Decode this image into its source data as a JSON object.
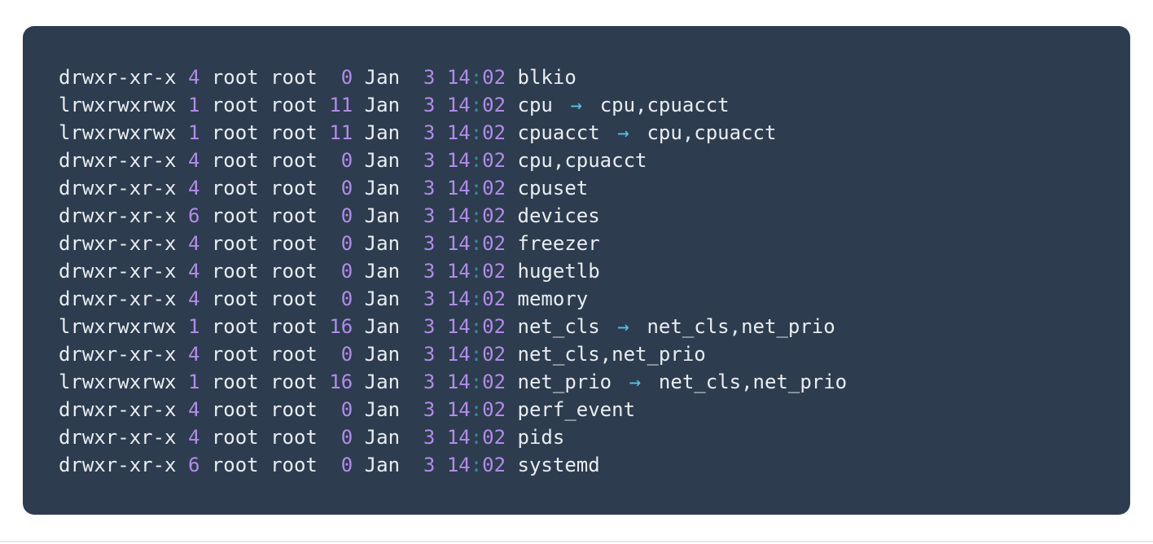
{
  "page": {
    "background": "#ffffff",
    "divider_color": "#e7e9ec"
  },
  "terminal": {
    "background": "#2d3c4e",
    "text_color": "#e9edf2",
    "number_color": "#b18cea",
    "colon_color": "#3a8896",
    "arrow_color": "#5ac0e4",
    "arrow_glyph": "→",
    "rows": [
      {
        "perms": "drwxr-xr-x",
        "links": "4",
        "owner": "root",
        "group": "root",
        "size": "0",
        "month": "Jan",
        "day": "3",
        "time": "14:02",
        "name": "blkio"
      },
      {
        "perms": "lrwxrwxrwx",
        "links": "1",
        "owner": "root",
        "group": "root",
        "size": "11",
        "month": "Jan",
        "day": "3",
        "time": "14:02",
        "name": "cpu",
        "target": "cpu,cpuacct"
      },
      {
        "perms": "lrwxrwxrwx",
        "links": "1",
        "owner": "root",
        "group": "root",
        "size": "11",
        "month": "Jan",
        "day": "3",
        "time": "14:02",
        "name": "cpuacct",
        "target": "cpu,cpuacct"
      },
      {
        "perms": "drwxr-xr-x",
        "links": "4",
        "owner": "root",
        "group": "root",
        "size": "0",
        "month": "Jan",
        "day": "3",
        "time": "14:02",
        "name": "cpu,cpuacct"
      },
      {
        "perms": "drwxr-xr-x",
        "links": "4",
        "owner": "root",
        "group": "root",
        "size": "0",
        "month": "Jan",
        "day": "3",
        "time": "14:02",
        "name": "cpuset"
      },
      {
        "perms": "drwxr-xr-x",
        "links": "6",
        "owner": "root",
        "group": "root",
        "size": "0",
        "month": "Jan",
        "day": "3",
        "time": "14:02",
        "name": "devices"
      },
      {
        "perms": "drwxr-xr-x",
        "links": "4",
        "owner": "root",
        "group": "root",
        "size": "0",
        "month": "Jan",
        "day": "3",
        "time": "14:02",
        "name": "freezer"
      },
      {
        "perms": "drwxr-xr-x",
        "links": "4",
        "owner": "root",
        "group": "root",
        "size": "0",
        "month": "Jan",
        "day": "3",
        "time": "14:02",
        "name": "hugetlb"
      },
      {
        "perms": "drwxr-xr-x",
        "links": "4",
        "owner": "root",
        "group": "root",
        "size": "0",
        "month": "Jan",
        "day": "3",
        "time": "14:02",
        "name": "memory"
      },
      {
        "perms": "lrwxrwxrwx",
        "links": "1",
        "owner": "root",
        "group": "root",
        "size": "16",
        "month": "Jan",
        "day": "3",
        "time": "14:02",
        "name": "net_cls",
        "target": "net_cls,net_prio"
      },
      {
        "perms": "drwxr-xr-x",
        "links": "4",
        "owner": "root",
        "group": "root",
        "size": "0",
        "month": "Jan",
        "day": "3",
        "time": "14:02",
        "name": "net_cls,net_prio"
      },
      {
        "perms": "lrwxrwxrwx",
        "links": "1",
        "owner": "root",
        "group": "root",
        "size": "16",
        "month": "Jan",
        "day": "3",
        "time": "14:02",
        "name": "net_prio",
        "target": "net_cls,net_prio"
      },
      {
        "perms": "drwxr-xr-x",
        "links": "4",
        "owner": "root",
        "group": "root",
        "size": "0",
        "month": "Jan",
        "day": "3",
        "time": "14:02",
        "name": "perf_event"
      },
      {
        "perms": "drwxr-xr-x",
        "links": "4",
        "owner": "root",
        "group": "root",
        "size": "0",
        "month": "Jan",
        "day": "3",
        "time": "14:02",
        "name": "pids"
      },
      {
        "perms": "drwxr-xr-x",
        "links": "6",
        "owner": "root",
        "group": "root",
        "size": "0",
        "month": "Jan",
        "day": "3",
        "time": "14:02",
        "name": "systemd"
      }
    ]
  }
}
